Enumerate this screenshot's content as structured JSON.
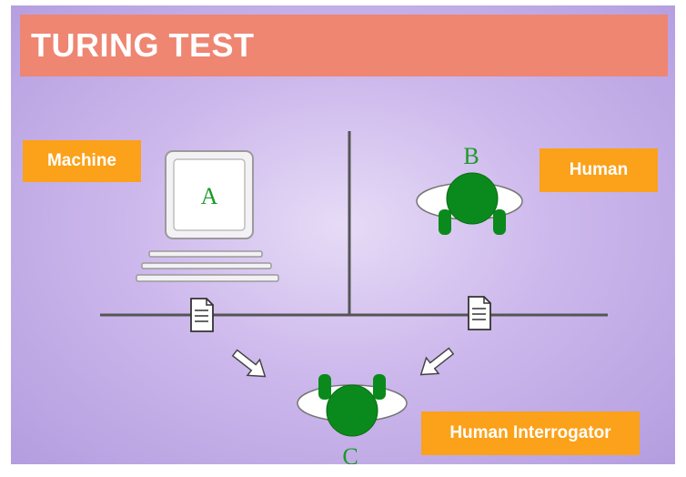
{
  "title": "TURING TEST",
  "labels": {
    "machine": "Machine",
    "human": "Human",
    "interrogator": "Human Interrogator"
  },
  "markers": {
    "a": "A",
    "b": "B",
    "c": "C"
  },
  "colors": {
    "title_bar": "#ee8672",
    "label_bg": "#fba11a",
    "person_green": "#0a8a1c",
    "marker_green": "#1b9a2a",
    "background": "#cdb8ec"
  },
  "icons": [
    "computer-icon",
    "document-icon",
    "arrow-icon",
    "person-icon"
  ]
}
